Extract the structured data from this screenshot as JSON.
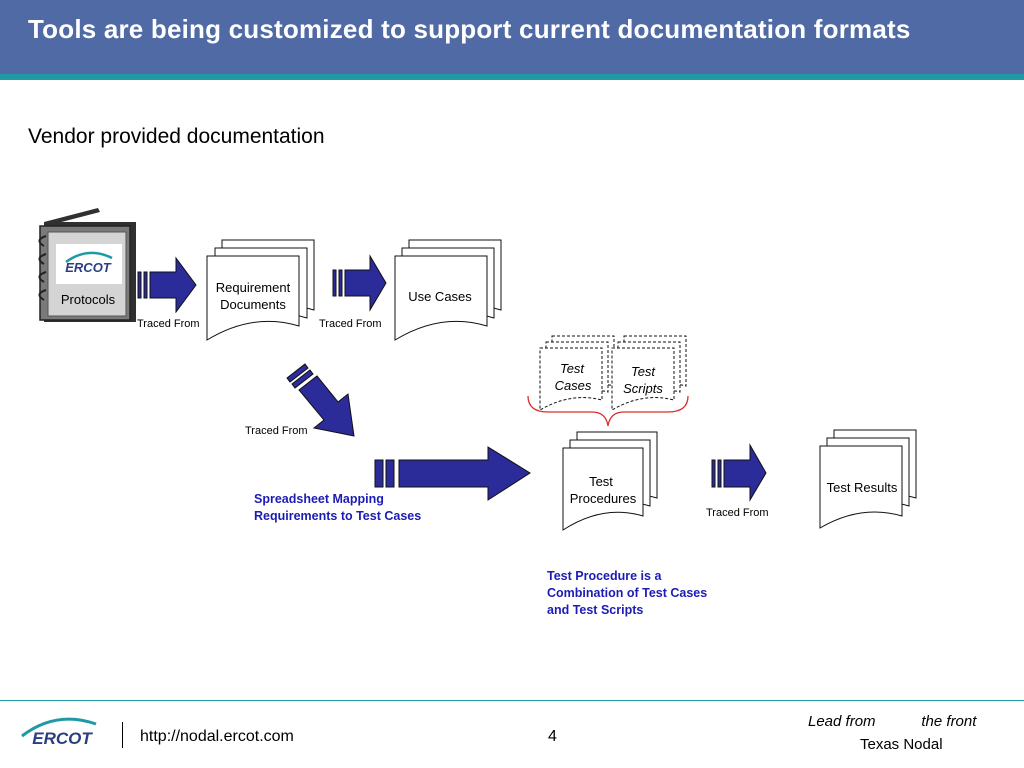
{
  "header": {
    "title": "Tools are being customized to support current documentation formats"
  },
  "subtitle": "Vendor provided documentation",
  "diagram": {
    "protocols": {
      "label": "Protocols",
      "logo_text": "ERCOT"
    },
    "requirement_docs": {
      "line1": "Requirement",
      "line2": "Documents"
    },
    "use_cases": {
      "label": "Use Cases"
    },
    "test_cases": {
      "line1": "Test",
      "line2": "Cases"
    },
    "test_scripts": {
      "line1": "Test",
      "line2": "Scripts"
    },
    "test_procedures": {
      "line1": "Test",
      "line2": "Procedures"
    },
    "test_results": {
      "label": "Test Results"
    },
    "traced_from_1": "Traced From",
    "traced_from_2": "Traced From",
    "traced_from_3": "Traced From",
    "traced_from_4": "Traced From",
    "spreadsheet_note": {
      "line1": "Spreadsheet Mapping",
      "line2": "Requirements to Test Cases"
    },
    "procedure_note": {
      "line1": "Test Procedure is a",
      "line2": "Combination of Test Cases",
      "line3": "and Test Scripts"
    }
  },
  "footer": {
    "logo_text": "ERCOT",
    "url": "http://nodal.ercot.com",
    "page": "4",
    "tagline": "Lead from           the front",
    "org": "Texas Nodal"
  },
  "colors": {
    "header": "#4f6aa4",
    "accent_line": "#1f9aa4",
    "arrow": "#2b2b9a",
    "note_text": "#1c1cb4",
    "brace": "#d9302a"
  }
}
